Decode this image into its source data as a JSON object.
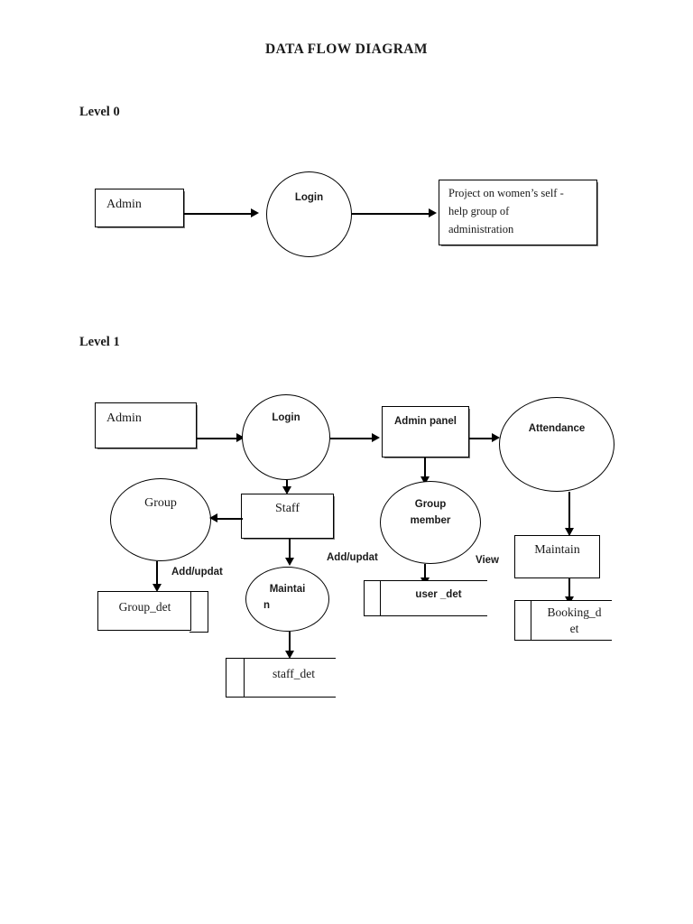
{
  "document": {
    "title": "DATA FLOW DIAGRAM"
  },
  "level0": {
    "label": "Level 0",
    "nodes": {
      "admin": "Admin",
      "login": "Login",
      "output_line1": "Project on women’s self -",
      "output_line2": "help group of",
      "output_line3": "administration"
    }
  },
  "level1": {
    "label": "Level 1",
    "nodes": {
      "admin": "Admin",
      "login": "Login",
      "admin_panel": "Admin panel",
      "attendance": "Attendance",
      "group": "Group",
      "staff": "Staff",
      "group_member_line1": "Group",
      "group_member_line2": "member",
      "maintain_circle_line1": "Maintai",
      "maintain_circle_line2": "n",
      "maintain_box": "Maintain"
    },
    "stores": {
      "group_det": "Group_det",
      "staff_det": "staff_det",
      "user_det": "user _det",
      "booking_det_line1": "Booking_d",
      "booking_det_line2": "et"
    },
    "flow_labels": {
      "add_update_group": "Add/updat",
      "add_update_member": "Add/updat",
      "view": "View"
    }
  },
  "colors": {
    "stroke": "#000000",
    "text": "#1a1a1a",
    "background": "#ffffff"
  }
}
